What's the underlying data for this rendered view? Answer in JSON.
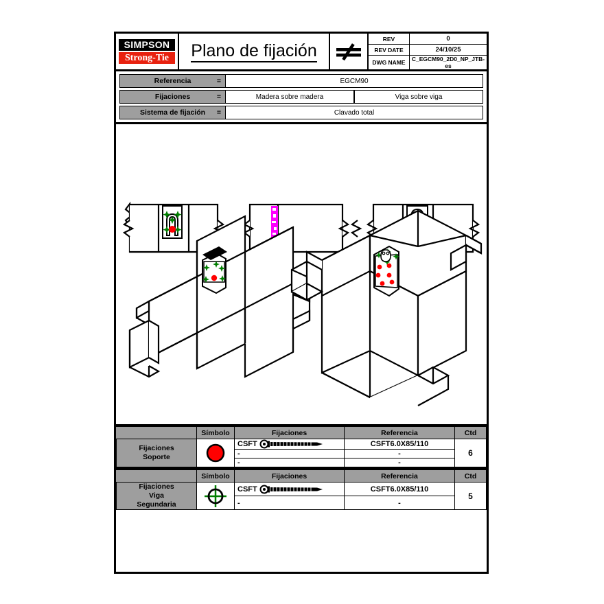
{
  "titleblock": {
    "logo_top": "SIMPSON",
    "logo_bottom": "Strong-Tie",
    "title": "Plano de fijación",
    "mark_icon": "not-equal-icon",
    "rev_label": "REV",
    "rev_value": "0",
    "rev_date_label": "REV DATE",
    "rev_date_value": "24/10/25",
    "dwg_name_label": "DWG NAME",
    "dwg_name_value": "C_EGCM90_2D0_NP_JTB-es"
  },
  "specs": [
    {
      "label": "Referencia",
      "eq": "=",
      "values": [
        "EGCM90"
      ]
    },
    {
      "label": "Fijaciones",
      "eq": "=",
      "values": [
        "Madera sobre madera",
        "Viga sobre viga"
      ]
    },
    {
      "label": "Sistema de fijación",
      "eq": "=",
      "values": [
        "Clavado total"
      ]
    }
  ],
  "legends": [
    {
      "name": "Fijaciones\nSoporte",
      "name_lines": [
        "Fijaciones",
        "Soporte"
      ],
      "symbol": "red-filled-circle",
      "symbol_color": "#ff0000",
      "headers": {
        "simbolo": "Símbolo",
        "fijaciones": "Fijaciones",
        "referencia": "Referencia",
        "ctd": "Ctd"
      },
      "rows": [
        {
          "fixing": "CSFT",
          "fixing_icon": "screw-icon",
          "reference": "CSFT6.0X85/110"
        },
        {
          "fixing": "-",
          "fixing_icon": "",
          "reference": "-"
        },
        {
          "fixing": "-",
          "fixing_icon": "",
          "reference": "-"
        }
      ],
      "qty": "6"
    },
    {
      "name_lines": [
        "Fijaciones",
        "Viga",
        "Segundaria"
      ],
      "symbol": "crosshair-target",
      "symbol_color": "#007f00",
      "headers": {
        "simbolo": "Símbolo",
        "fijaciones": "Fijaciones",
        "referencia": "Referencia",
        "ctd": "Ctd"
      },
      "rows": [
        {
          "fixing": "CSFT",
          "fixing_icon": "screw-icon",
          "reference": "CSFT6.0X85/110"
        },
        {
          "fixing": "-",
          "fixing_icon": "",
          "reference": "-"
        }
      ],
      "qty": "5"
    }
  ],
  "drawing": {
    "elevation_views": 3,
    "isometric_views": 2,
    "colors": {
      "support_fixing": "#ff0000",
      "beam_fixing": "#007f00",
      "highlight": "#ff00ff",
      "line": "#000000"
    }
  }
}
